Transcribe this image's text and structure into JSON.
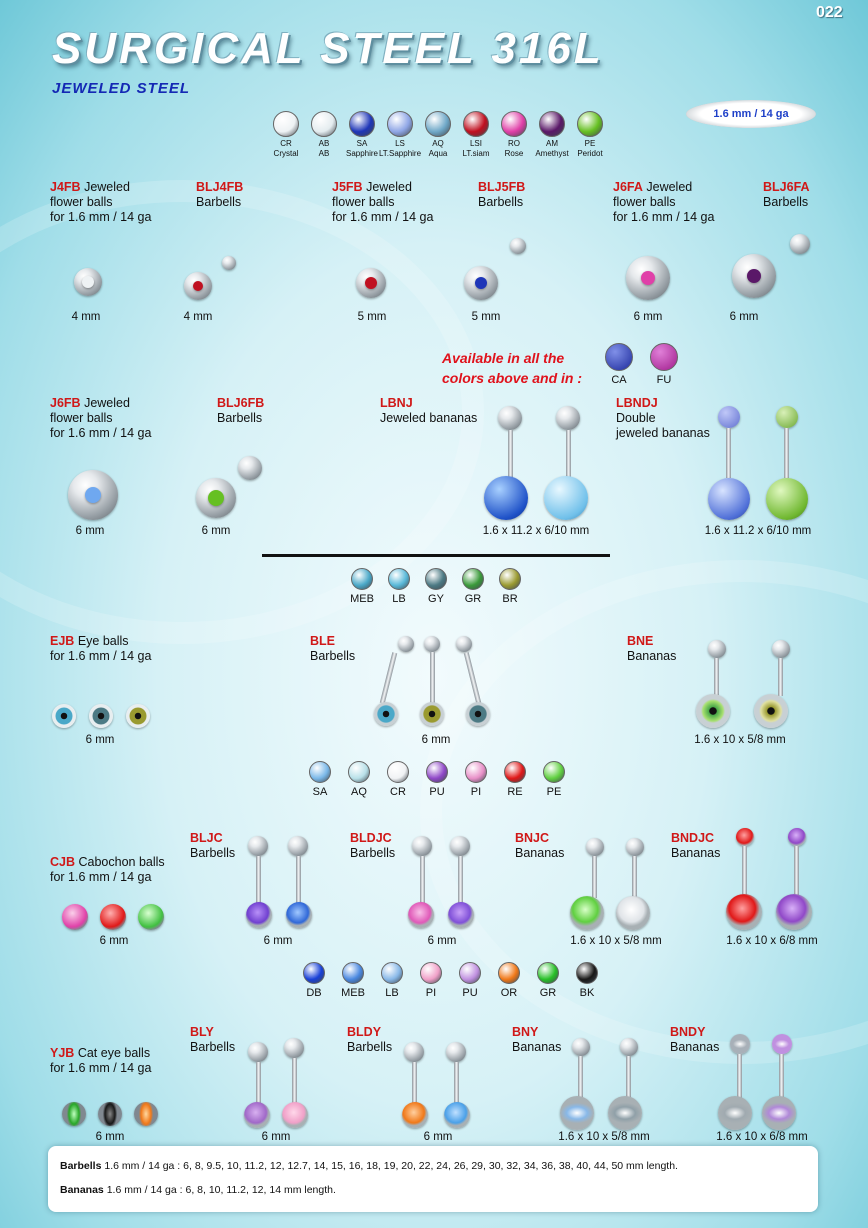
{
  "header": {
    "title": "SURGICAL STEEL 316L",
    "subtitle": "JEWELED STEEL",
    "page_number": "022",
    "gauge": "1.6 mm / 14 ga"
  },
  "crystal_colors": [
    {
      "code": "CR",
      "name": "Crystal",
      "color": "#eef2f4"
    },
    {
      "code": "AB",
      "name": "AB",
      "color": "#e4ecef"
    },
    {
      "code": "SA",
      "name": "Sapphire",
      "color": "#1f36b8"
    },
    {
      "code": "LS",
      "name": "LT.Sapphire",
      "color": "#8fa6e6"
    },
    {
      "code": "AQ",
      "name": "Aqua",
      "color": "#6fa8c8"
    },
    {
      "code": "LSI",
      "name": "LT.siam",
      "color": "#c01020"
    },
    {
      "code": "RO",
      "name": "Rose",
      "color": "#e040a8"
    },
    {
      "code": "AM",
      "name": "Amethyst",
      "color": "#5a1868"
    },
    {
      "code": "PE",
      "name": "Peridot",
      "color": "#66c022"
    }
  ],
  "products_row1": [
    {
      "code": "J4FB",
      "desc": "Jeweled\nflower balls\nfor 1.6 mm / 14 ga",
      "size": "4 mm"
    },
    {
      "code": "BLJ4FB",
      "desc": "Barbells",
      "size": "4 mm"
    },
    {
      "code": "J5FB",
      "desc": "Jeweled\nflower balls\nfor 1.6 mm / 14 ga",
      "size": "5 mm"
    },
    {
      "code": "BLJ5FB",
      "desc": "Barbells",
      "size": "5 mm"
    },
    {
      "code": "J6FA",
      "desc": "Jeweled\nflower balls\nfor 1.6 mm / 14 ga",
      "size": "6 mm"
    },
    {
      "code": "BLJ6FA",
      "desc": "Barbells",
      "size": "6 mm"
    }
  ],
  "available": {
    "text": "Available in all the\ncolors above and in :",
    "colors": [
      {
        "code": "CA",
        "color": "#1c2a9c"
      },
      {
        "code": "FU",
        "color": "#a01c8c"
      }
    ]
  },
  "products_row2": [
    {
      "code": "J6FB",
      "desc": "Jeweled\nflower balls\nfor 1.6 mm / 14 ga",
      "size": "6 mm"
    },
    {
      "code": "BLJ6FB",
      "desc": "Barbells",
      "size": "6 mm"
    },
    {
      "code": "LBNJ",
      "desc": "Jeweled bananas",
      "size": "1.6 x 11.2 x 6/10 mm"
    },
    {
      "code": "LBNDJ",
      "desc": "Double\njeweled bananas",
      "size": "1.6 x 11.2 x 6/10 mm"
    }
  ],
  "eye_colors": [
    {
      "code": "MEB",
      "color": "#4aa8c8"
    },
    {
      "code": "LB",
      "color": "#58b8d8"
    },
    {
      "code": "GY",
      "color": "#4c7a84"
    },
    {
      "code": "GR",
      "color": "#3a9a3a"
    },
    {
      "code": "BR",
      "color": "#9a9a30"
    }
  ],
  "products_row3": [
    {
      "code": "EJB",
      "desc": "Eye balls\nfor 1.6 mm / 14 ga",
      "size": "6 mm"
    },
    {
      "code": "BLE",
      "desc": "Barbells",
      "size": "6 mm"
    },
    {
      "code": "BNE",
      "desc": "Bananas",
      "size": "1.6 x 10 x 5/8 mm"
    }
  ],
  "cabochon_colors": [
    {
      "code": "SA",
      "color": "#7ab8e8"
    },
    {
      "code": "AQ",
      "color": "#b8e0e8"
    },
    {
      "code": "CR",
      "color": "#f0f2f4"
    },
    {
      "code": "PU",
      "color": "#9048c8"
    },
    {
      "code": "PI",
      "color": "#e890c8"
    },
    {
      "code": "RE",
      "color": "#e01818"
    },
    {
      "code": "PE",
      "color": "#60d040"
    }
  ],
  "products_row4": [
    {
      "code": "CJB",
      "desc": "Cabochon balls\nfor 1.6 mm / 14 ga",
      "size": "6 mm"
    },
    {
      "code": "BLJC",
      "desc": "Barbells",
      "size": "6 mm"
    },
    {
      "code": "BLDJC",
      "desc": "Barbells",
      "size": "6 mm"
    },
    {
      "code": "BNJC",
      "desc": "Bananas",
      "size": "1.6 x 10 x 5/8 mm"
    },
    {
      "code": "BNDJC",
      "desc": "Bananas",
      "size": "1.6 x 10 x 6/8 mm"
    }
  ],
  "cateye_colors": [
    {
      "code": "DB",
      "color": "#1840d8"
    },
    {
      "code": "MEB",
      "color": "#4a88e0"
    },
    {
      "code": "LB",
      "color": "#88b8e8"
    },
    {
      "code": "PI",
      "color": "#f0a0c8"
    },
    {
      "code": "PU",
      "color": "#c090e0"
    },
    {
      "code": "OR",
      "color": "#f07818"
    },
    {
      "code": "GR",
      "color": "#28c028"
    },
    {
      "code": "BK",
      "color": "#181818"
    }
  ],
  "products_row5": [
    {
      "code": "YJB",
      "desc": "Cat eye balls\nfor 1.6 mm / 14 ga",
      "size": "6 mm"
    },
    {
      "code": "BLY",
      "desc": "Barbells",
      "size": "6 mm"
    },
    {
      "code": "BLDY",
      "desc": "Barbells",
      "size": "6 mm"
    },
    {
      "code": "BNY",
      "desc": "Bananas",
      "size": "1.6 x 10 x 5/8 mm"
    },
    {
      "code": "BNDY",
      "desc": "Bananas",
      "size": "1.6 x 10 x 6/8 mm"
    }
  ],
  "footer": {
    "barbells_label": "Barbells",
    "barbells_text": "1.6 mm / 14 ga : 6, 8, 9.5, 10, 11.2, 12, 12.7, 14, 15, 16, 18, 19, 20, 22, 24, 26, 29, 30, 32, 34, 36, 38, 40, 44, 50 mm length.",
    "bananas_label": "Bananas",
    "bananas_text": "1.6 mm / 14 ga : 6, 8, 10, 11.2, 12, 14 mm length."
  }
}
